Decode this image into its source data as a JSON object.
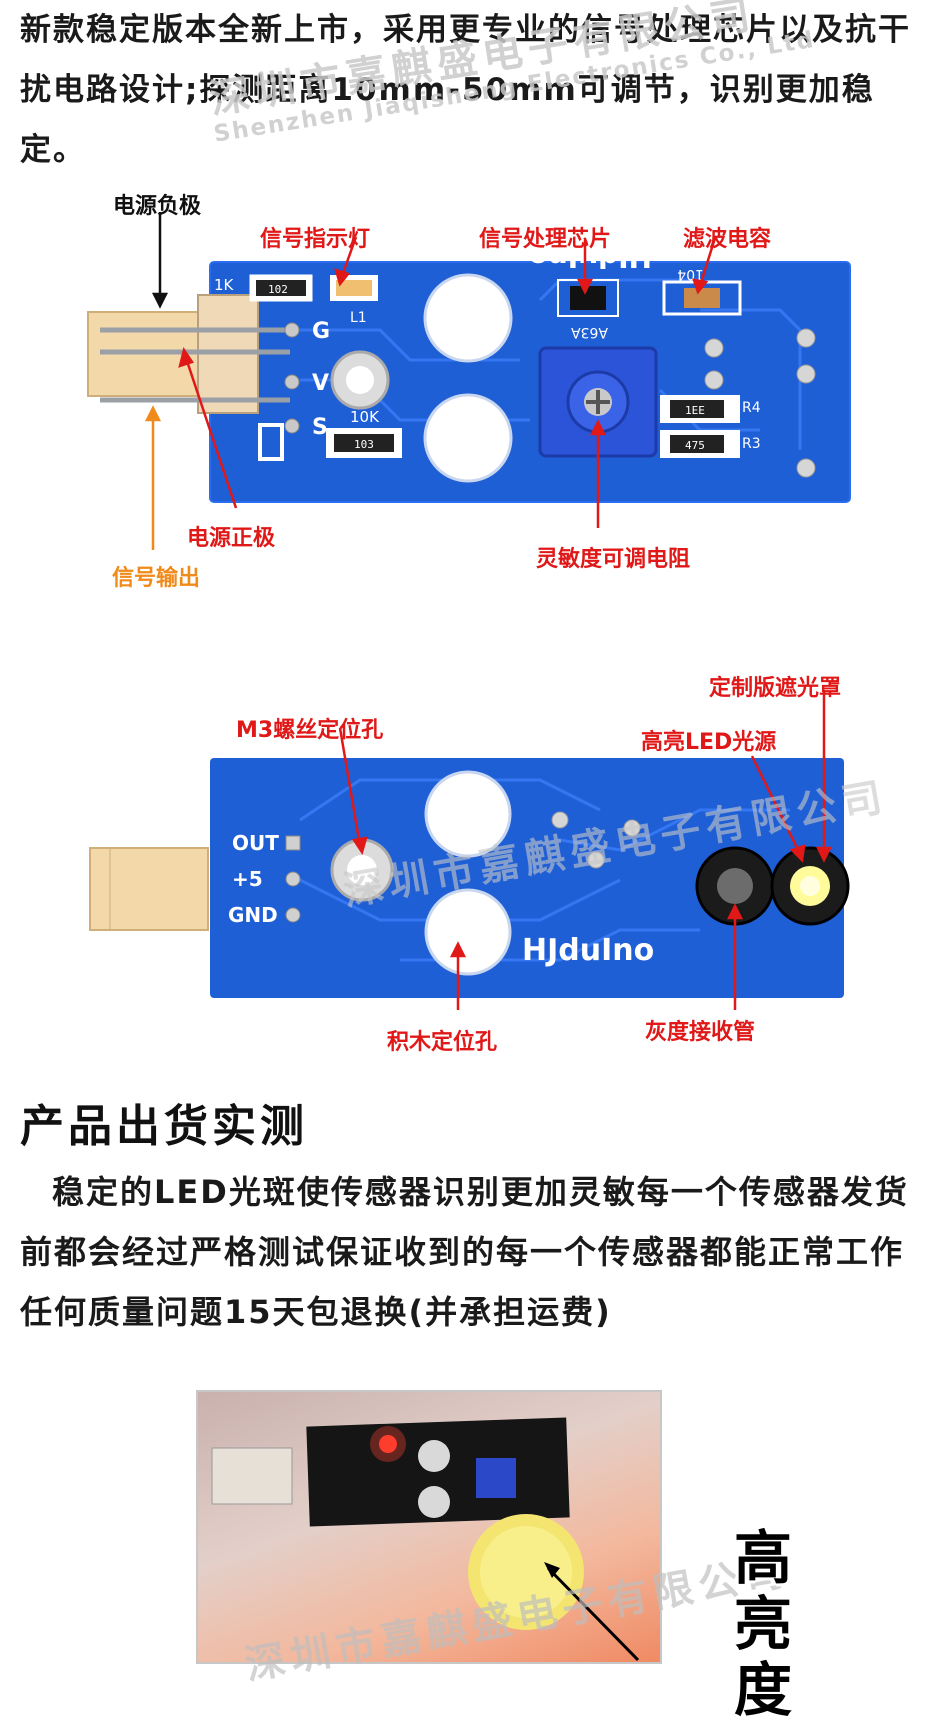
{
  "intro": {
    "text": "新款稳定版本全新上市，采用更专业的信号处理芯片以及抗干扰电路设计;探测距离10mm-50mm可调节，识别更加稳定。"
  },
  "watermarks": {
    "cn": "深圳市嘉麒盛电子有限公司",
    "en": "Shenzhen Jiaqisheng Electronics Co., Ltd"
  },
  "board_top": {
    "silk_model": "HJduIno",
    "chip_code": "A63A",
    "cap_code": "104",
    "pin_labels": [
      "G",
      "V",
      "S"
    ],
    "resistors": [
      "102",
      "103",
      "1EE",
      "475"
    ],
    "resistor_names": [
      "1K",
      "10K",
      "R4",
      "R3",
      "L1"
    ],
    "labels": {
      "power_negative": "电源负极",
      "signal_led": "信号指示灯",
      "signal_chip": "信号处理芯片",
      "filter_cap": "滤波电容",
      "power_positive": "电源正极",
      "signal_output": "信号输出",
      "sensitivity_pot": "灵敏度可调电阻"
    }
  },
  "board_bottom": {
    "silk_model": "HJduIno",
    "pins": [
      "OUT",
      "+5",
      "GND"
    ],
    "labels": {
      "custom_shield": "定制版遮光罩",
      "m3_hole": "M3螺丝定位孔",
      "bright_led": "高亮LED光源",
      "block_hole": "积木定位孔",
      "receiver_tube": "灰度接收管"
    }
  },
  "section": {
    "title": "产品出货实测",
    "body": "稳定的LED光斑使传感器识别更加灵敏每一个传感器发货前都会经过严格测试保证收到的每一个传感器都能正常工作任何质量问题15天包退换(并承担运费)"
  },
  "photo_caption": {
    "vertical_title": "高亮度"
  },
  "colors": {
    "pcb_blue": "#1f5fd6",
    "label_red": "#e01818",
    "label_orange": "#f08a1a"
  }
}
